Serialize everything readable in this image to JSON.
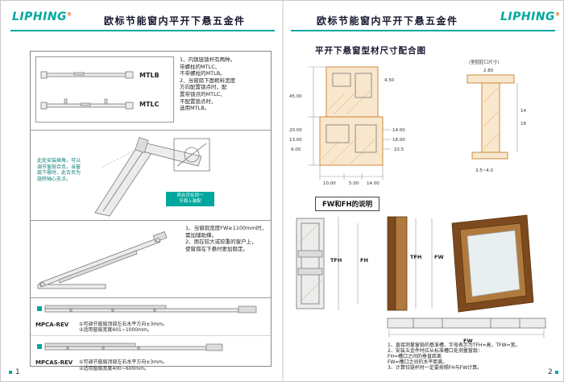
{
  "brand": {
    "logo": "LIPHING",
    "mark": "®"
  },
  "colors": {
    "accent": "#00a79d",
    "profile_outline": "#c9802a",
    "profile_fill": "#f8e7cd",
    "wood_dark": "#7c4a1e",
    "wood_mid": "#b07a3e",
    "ink": "#15152e"
  },
  "left_page": {
    "title": "欧标节能窗内平开下悬五金件",
    "page_number": "1",
    "rods": {
      "label_a": "MTLB",
      "label_b": "MTLC",
      "text": "1、内锁链锁杆有两种。\n带螺柱的MTLC、\n不带螺柱的MTLB。\n2、当窗扇下面框料宽度\n方向配置锁点时，配\n置带锁点的MTLC、\n不配置锁点时，\n选用MTLB。"
    },
    "hinge": {
      "callout": "此处安装插角，可以\n调节窗扇合页。当窗\n扇下悬时，此合页为\n旋转轴心支点。",
      "note": "两合页在同一\n平面上装配"
    },
    "stay": {
      "text": "1、当窗扇宽度FW≥1100mm时，\n需加辅助撑。\n2、用在较大或较重的窗户上，\n使窗扇在下悬时更加稳定。"
    },
    "arms": {
      "item_a": {
        "label": "MPCA-REV",
        "text": "①可调节窗扇顶部左右水平方向±3mm。\n②适用窗扇宽度601~1000mm。"
      },
      "item_b": {
        "label": "MPCAS-REV",
        "text": "①可调节窗扇顶部左右水平方向±3mm。\n②适用窗扇宽度400~600mm。"
      }
    }
  },
  "right_page": {
    "title": "欧标节能窗内平开下悬五金件",
    "page_number": "2",
    "profile": {
      "section_title": "平开下悬窗型材尺寸配合图",
      "cavity_note": "(室腔腔口尺寸)",
      "dims": {
        "d1": "20.00",
        "d2": "13.00",
        "d3": "9.00",
        "d4": "4.50",
        "d5": "14.00",
        "d6": "18.00",
        "d7": "22.5",
        "d8": "10.00",
        "d9": "5.00",
        "d10": "2.80",
        "d11": "14",
        "d12": "18",
        "d13": "3.5~4.0",
        "d14": "45.00",
        "d15": "14.00"
      }
    },
    "fwfh": {
      "box_title": "FW和FH的说明",
      "labels": {
        "tfh": "TFH",
        "fh": "FH",
        "fw": "FW"
      },
      "notes": "1、直接测量窗扇的基准槽，字母表示为TFH=高，TFW=宽。\n2、安装五金件时应从标准槽口处测量窗扇：\nFH=槽口之间的垂直距离\nFW=槽口之间的水平距离。\n3、计算铰链杆时一定要按照FH与FW计算。"
    }
  }
}
